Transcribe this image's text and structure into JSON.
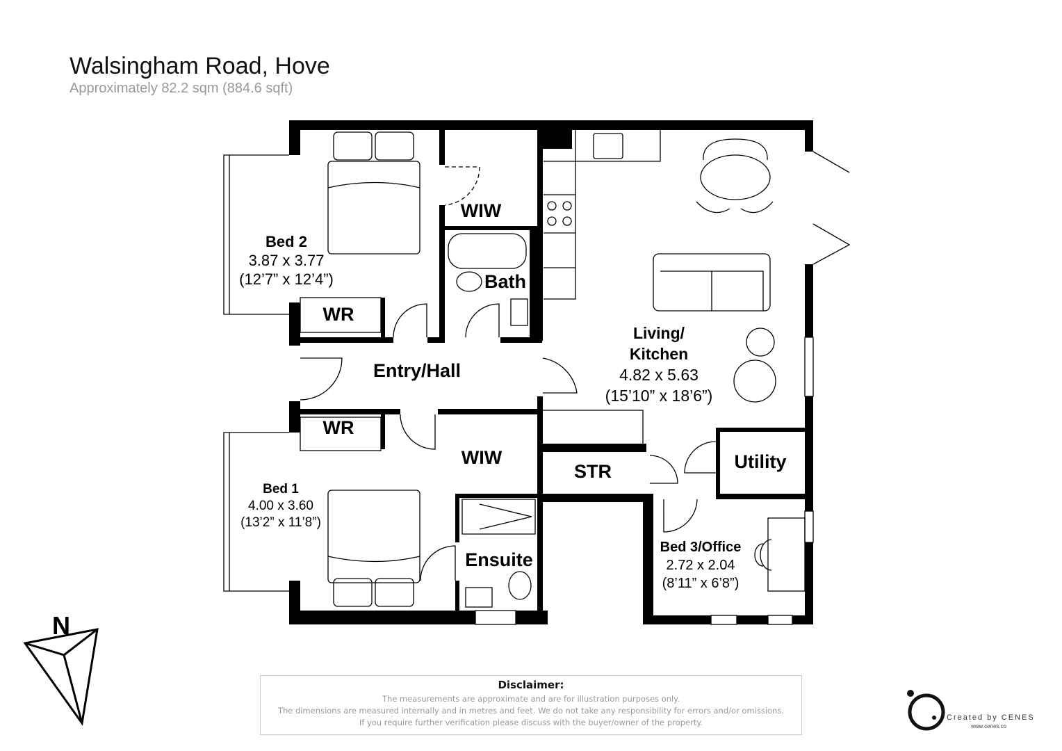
{
  "header": {
    "title": "Walsingham Road, Hove",
    "subtitle": "Approximately 82.2 sqm (884.6 sqft)"
  },
  "rooms": {
    "bed2": {
      "name": "Bed 2",
      "metric": "3.87 x 3.77",
      "imperial": "(12’7” x 12’4”)"
    },
    "bed1": {
      "name": "Bed 1",
      "metric": "4.00 x 3.60",
      "imperial": "(13’2” x 11’8”)"
    },
    "living": {
      "name1": "Living/",
      "name2": "Kitchen",
      "metric": "4.82 x 5.63",
      "imperial": "(15’10” x 18’6”)"
    },
    "bed3": {
      "name": "Bed 3/Office",
      "metric": "2.72 x 2.04",
      "imperial": "(8’11” x 6’8”)"
    },
    "wiw_top": "WIW",
    "wiw_bottom": "WIW",
    "bath": "Bath",
    "wr_top": "WR",
    "wr_bottom": "WR",
    "hall": "Entry/Hall",
    "str": "STR",
    "utility": "Utility",
    "ensuite": "Ensuite"
  },
  "compass": "N",
  "disclaimer": {
    "title": "Disclaimer:",
    "lines": [
      "The measurements are approximate and are for illustration purposes only.",
      "The dimensions are measured internally and in metres and feet. We do not take any responsibility for errors and/or omissions.",
      "If you require further verification please discuss with the buyer/owner of the property."
    ]
  },
  "logo": {
    "text": "Created by CENES",
    "url": "www.cenes.co"
  }
}
